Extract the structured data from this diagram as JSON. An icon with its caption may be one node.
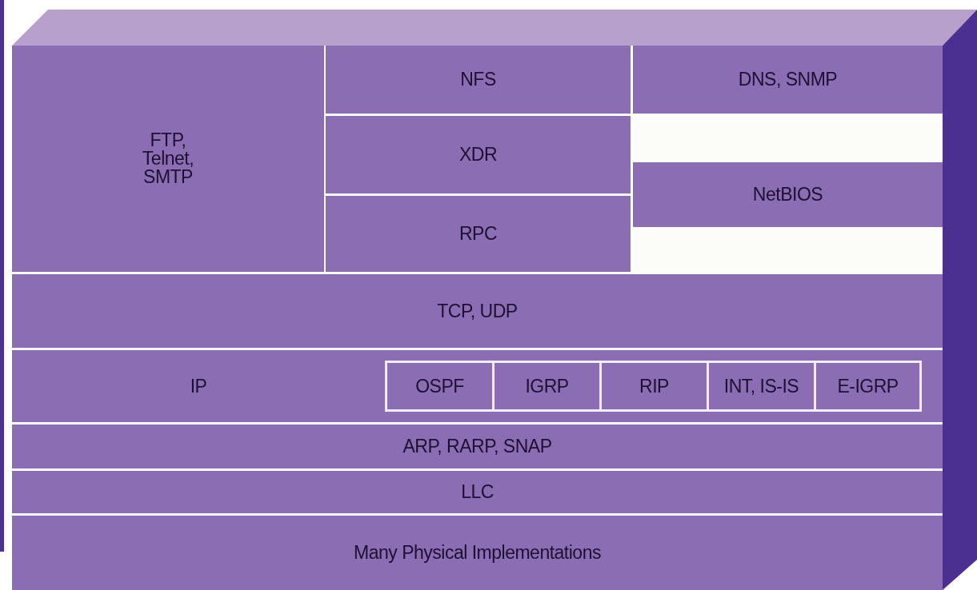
{
  "diagram": {
    "nodes": [
      {
        "text": [
          "FTP, Telnet, SMTP"
        ]
      },
      {
        "text": [
          "NFS"
        ]
      },
      {
        "text": [
          "DNS, SNMP"
        ]
      },
      {
        "text": [
          "XDR"
        ]
      },
      {
        "text": [],
        "shape": "box"
      },
      {
        "text": [
          "NetBIOS"
        ]
      },
      {
        "text": [
          "RPC"
        ]
      },
      {
        "text": [],
        "shape": "box"
      },
      {
        "text": [
          "TCP, UDP"
        ]
      },
      {
        "text": [
          "IP"
        ]
      },
      {
        "text": [
          "OSPF"
        ],
        "in": 9
      },
      {
        "text": [
          "IGRP"
        ],
        "in": 9
      },
      {
        "text": [
          "RIP"
        ],
        "in": 9
      },
      {
        "text": [
          "INT, IS-IS"
        ],
        "in": 9
      },
      {
        "text": [
          "E-IGRP"
        ],
        "in": 9
      },
      {
        "text": [
          "ARP, RARP, SNAP"
        ]
      },
      {
        "text": [
          "LLC"
        ]
      },
      {
        "text": [
          "Many Physical Implementations"
        ]
      }
    ]
  }
}
